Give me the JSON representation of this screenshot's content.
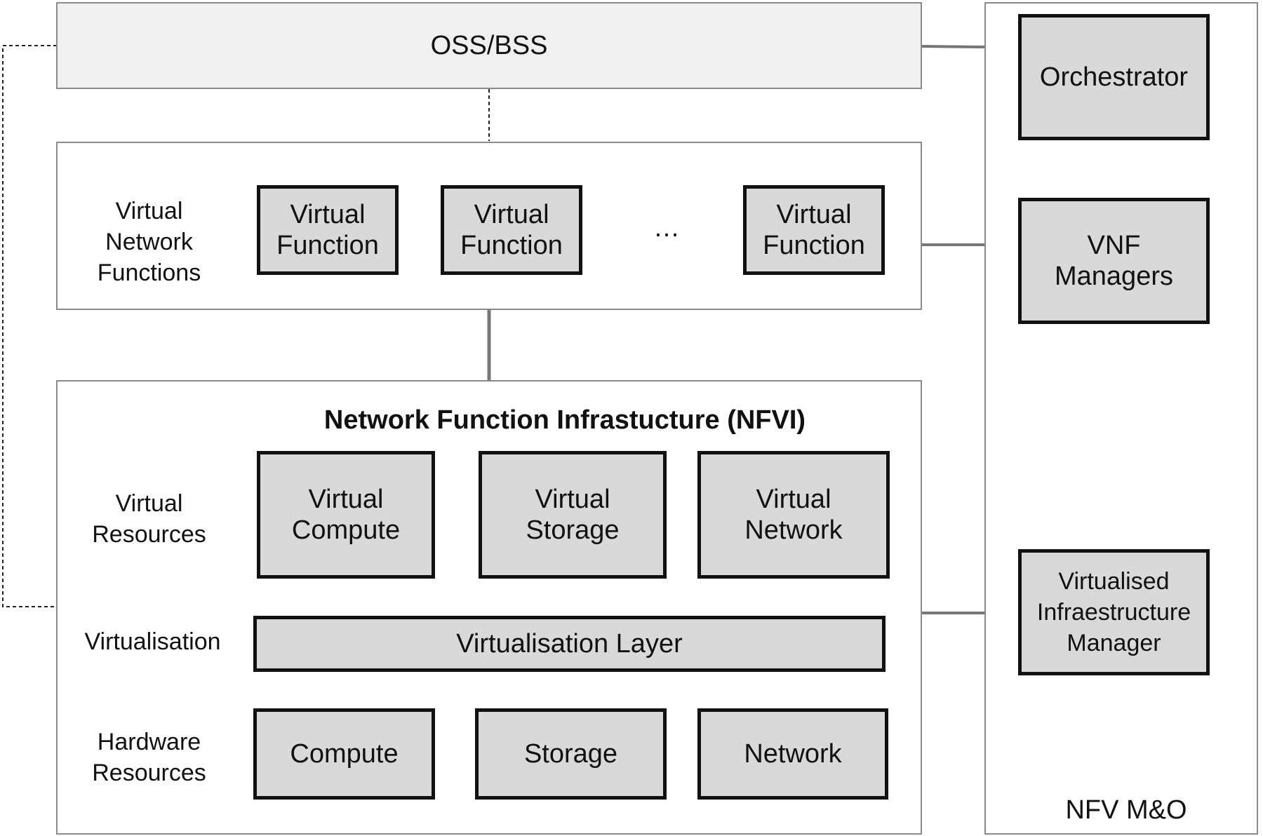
{
  "oss_bss": "OSS/BSS",
  "vnf_layer": {
    "label": "Virtual\nNetwork\nFunctions",
    "functions": [
      "Virtual\nFunction",
      "Virtual\nFunction",
      "Virtual\nFunction"
    ],
    "ellipsis": "…"
  },
  "nfvi": {
    "title": "Network Function Infrastucture (NFVI)",
    "virtual_resources": {
      "label": "Virtual\nResources",
      "items": [
        "Virtual\nCompute",
        "Virtual\nStorage",
        "Virtual\nNetwork"
      ]
    },
    "virtualisation": {
      "label": "Virtualisation",
      "layer": "Virtualisation Layer"
    },
    "hardware_resources": {
      "label": "Hardware\nResources",
      "items": [
        "Compute",
        "Storage",
        "Network"
      ]
    }
  },
  "mano": {
    "label": "NFV M&O",
    "orchestrator": "Orchestrator",
    "vnf_managers": "VNF\nManagers",
    "vim": "Virtualised\nInfraestructure\nManager"
  }
}
